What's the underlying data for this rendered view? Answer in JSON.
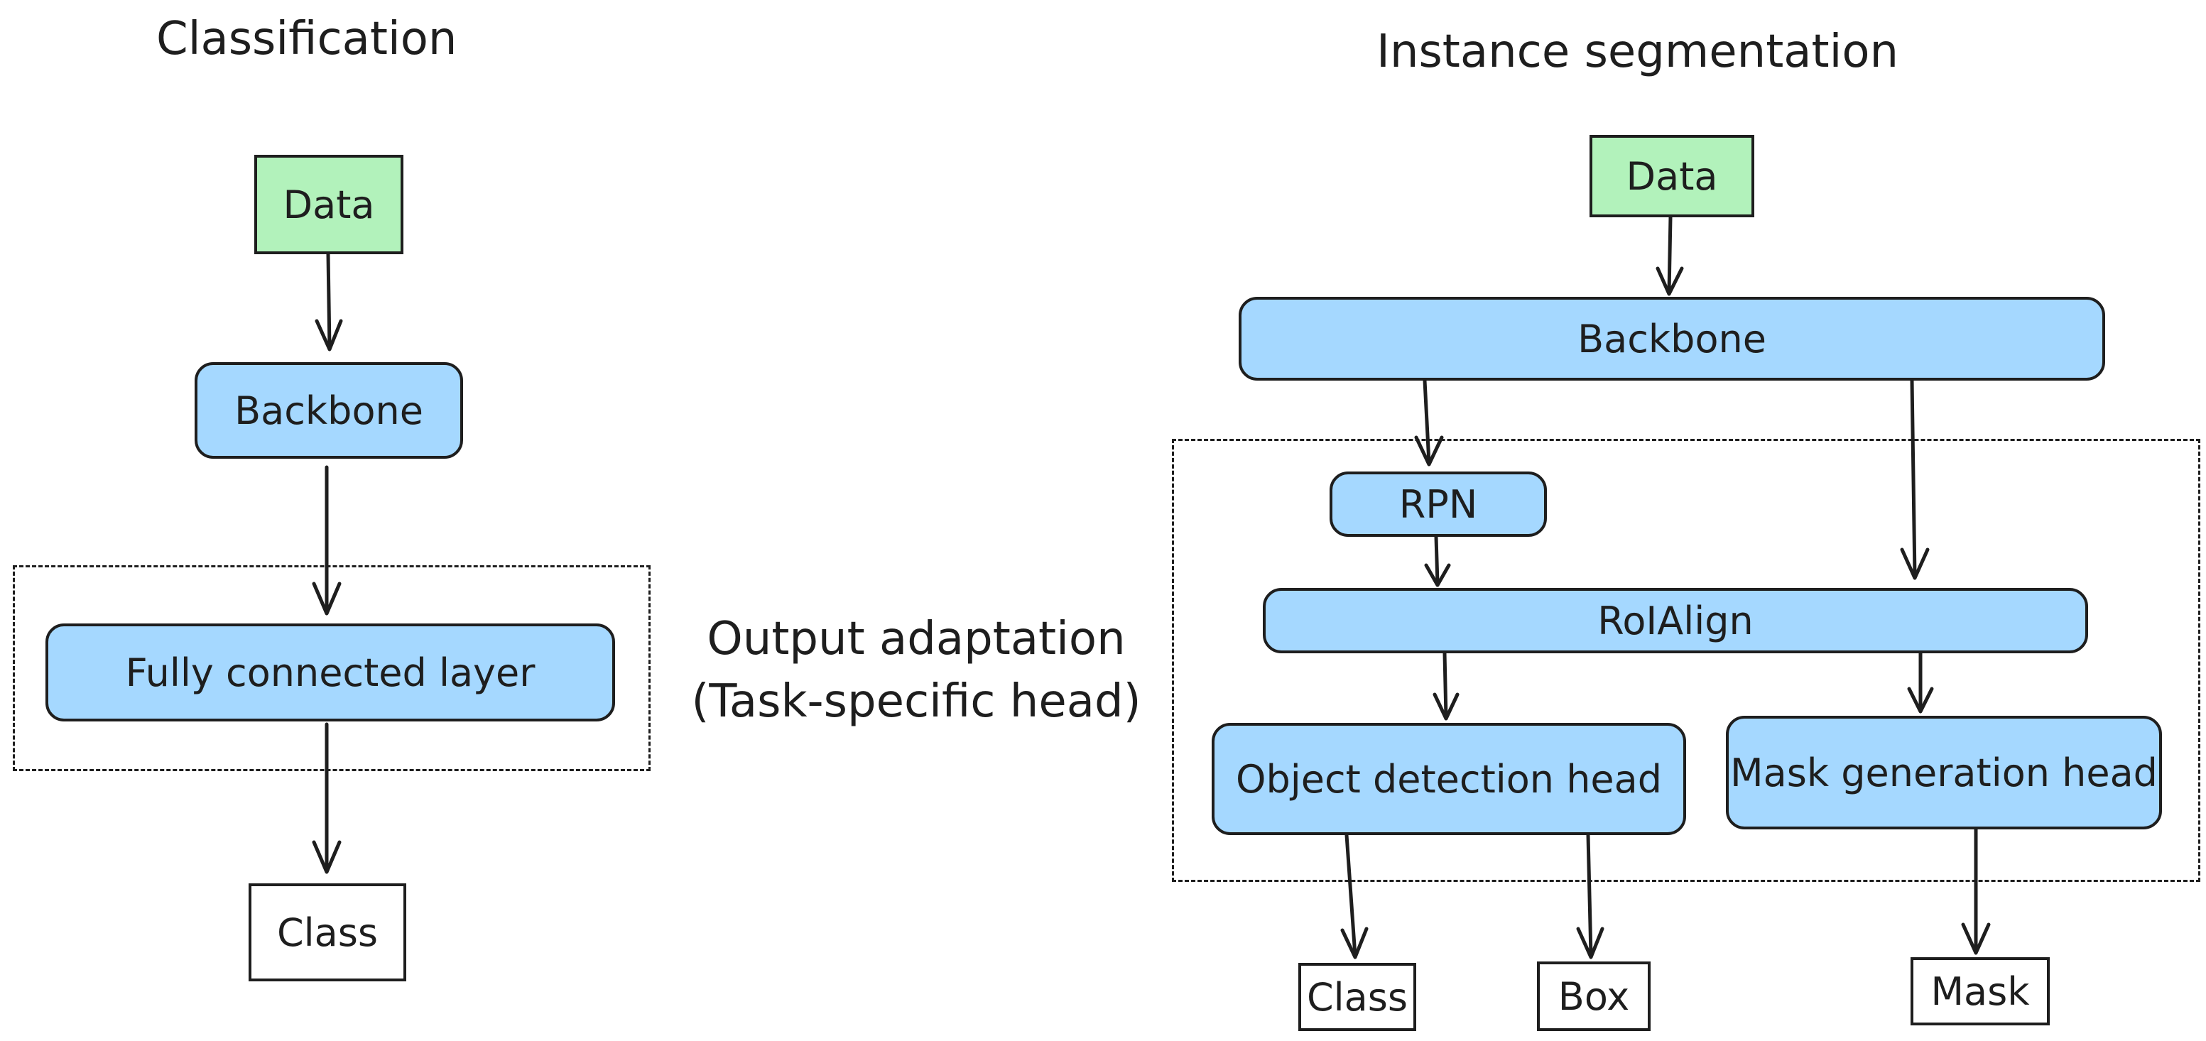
{
  "classification": {
    "title": "Classification",
    "data": "Data",
    "backbone": "Backbone",
    "fc": "Fully connected layer",
    "output": "Class"
  },
  "annotation": {
    "line1": "Output adaptation",
    "line2": "(Task-specific head)"
  },
  "instance": {
    "title": "Instance segmentation",
    "data": "Data",
    "backbone": "Backbone",
    "rpn": "RPN",
    "roialign": "RoIAlign",
    "detection_head": "Object detection head",
    "mask_head": "Mask generation head",
    "out_class": "Class",
    "out_box": "Box",
    "out_mask": "Mask"
  },
  "colors": {
    "data_fill": "#b2f2bb",
    "module_fill": "#a5d8ff",
    "output_fill": "#ffffff",
    "stroke": "#1e1e1e"
  }
}
